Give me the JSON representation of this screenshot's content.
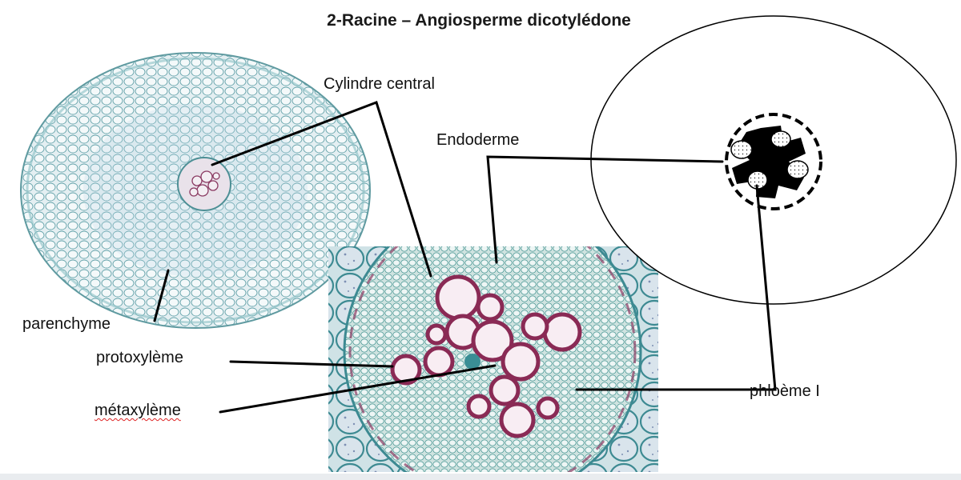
{
  "title": "2-Racine – Angiosperme dicotylédone",
  "labels": {
    "cylindre_central": "Cylindre central",
    "endoderme": "Endoderme",
    "parenchyme": "parenchyme",
    "protoxyleme": "protoxylème",
    "metaxyleme": "métaxylème",
    "phloeme": "phloème I"
  },
  "colors": {
    "tissue_bg": "#dbe8ec",
    "cell_wall": "#3d8a92",
    "xylem_wall": "#8a2a55",
    "xylem_fill": "#f7edf3",
    "ink": "#000000"
  }
}
